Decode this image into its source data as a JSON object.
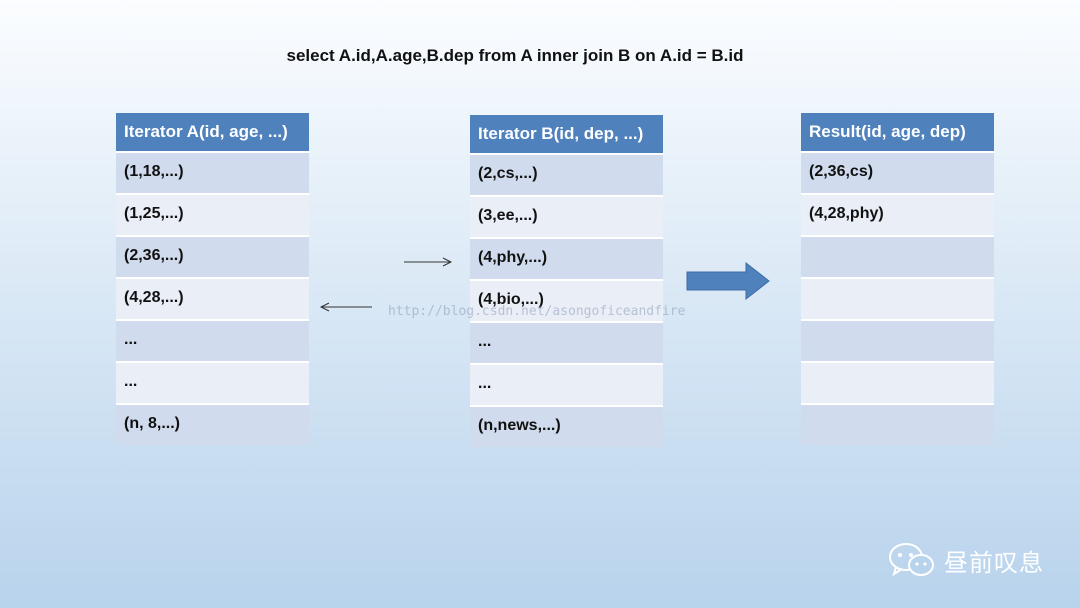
{
  "query": "select A.id,A.age,B.dep from A inner join B on A.id = B.id",
  "table_a": {
    "header": "Iterator A(id, age, ...)",
    "rows": [
      "(1,18,...)",
      "(1,25,...)",
      "(2,36,...)",
      "(4,28,...)",
      "...",
      "...",
      "(n, 8,...)"
    ]
  },
  "table_b": {
    "header": "Iterator B(id, dep, ...)",
    "rows": [
      "(2,cs,...)",
      "(3,ee,...)",
      "(4,phy,...)",
      "(4,bio,...)",
      "...",
      "...",
      "(n,news,...)"
    ]
  },
  "result": {
    "header": "Result(id, age, dep)",
    "rows": [
      "(2,36,cs)",
      "(4,28,phy)",
      "",
      "",
      "",
      "",
      ""
    ]
  },
  "watermark": "http://blog.csdn.net/asongoficeandfire",
  "brand": {
    "name": "昼前叹息",
    "icon": "wechat-icon"
  },
  "colors": {
    "header": "#4f81bd",
    "row_dark": "#d0dbed",
    "row_light": "#e9eef7",
    "arrow": "#4f81bd"
  }
}
